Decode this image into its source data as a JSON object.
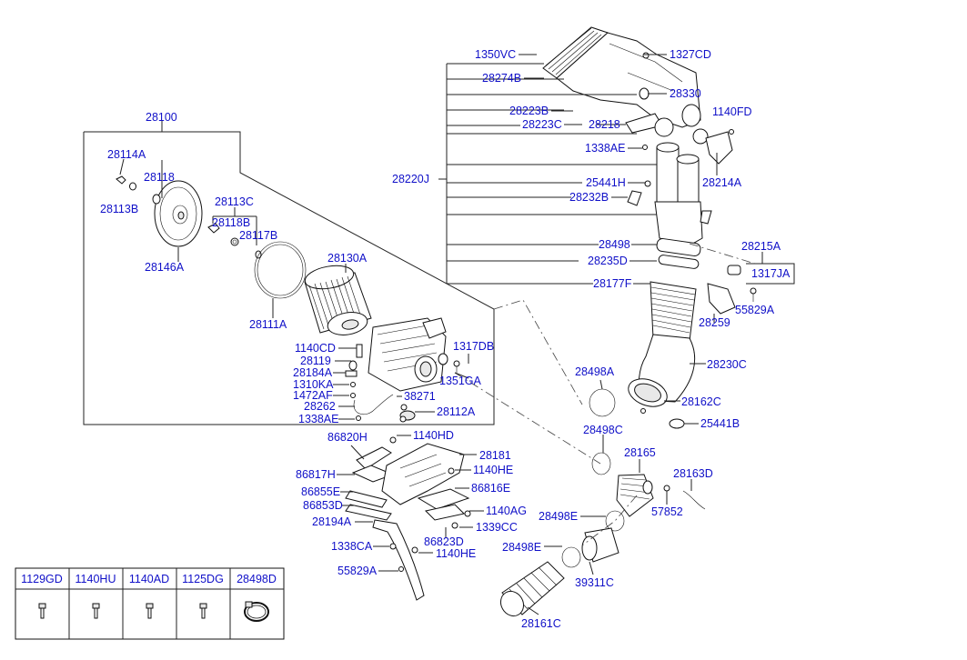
{
  "diagram": {
    "labels": {
      "l28100": "28100",
      "l28114A": "28114A",
      "l28118": "28118",
      "l28113B": "28113B",
      "l28146A": "28146A",
      "l28113C": "28113C",
      "l28118B": "28118B",
      "l28117B": "28117B",
      "l28111A": "28111A",
      "l28130A": "28130A",
      "l1140CD": "1140CD",
      "l28119": "28119",
      "l28184A": "28184A",
      "l1310KA": "1310KA",
      "l1472AF": "1472AF",
      "l28262": "28262",
      "l1338AE_a": "1338AE",
      "l38271": "38271",
      "l28112A": "28112A",
      "l1317DB": "1317DB",
      "l1351GA": "1351GA",
      "l1350VC": "1350VC",
      "l1327CD": "1327CD",
      "l28274B": "28274B",
      "l28330": "28330",
      "l28223B": "28223B",
      "l1140FD": "1140FD",
      "l28223C": "28223C",
      "l28218": "28218",
      "l1338AE_b": "1338AE",
      "l28220J": "28220J",
      "l28214A": "28214A",
      "l25441H": "25441H",
      "l28232B": "28232B",
      "l28215A": "28215A",
      "l28498_top": "28498",
      "l28235D": "28235D",
      "l1317JA": "1317JA",
      "l28177F": "28177F",
      "l55829A_r": "55829A",
      "l28259": "28259",
      "l28230C": "28230C",
      "l28498A": "28498A",
      "l28162C": "28162C",
      "l25441B": "25441B",
      "l28498C": "28498C",
      "l28165": "28165",
      "l28163D": "28163D",
      "l57852": "57852",
      "l28498E_a": "28498E",
      "l28498E_b": "28498E",
      "l39311C": "39311C",
      "l28161C": "28161C",
      "l86820H": "86820H",
      "l1140HD": "1140HD",
      "l28181": "28181",
      "l86817H": "86817H",
      "l1140HE_a": "1140HE",
      "l86855E": "86855E",
      "l86816E": "86816E",
      "l86853D": "86853D",
      "l1140AG": "1140AG",
      "l28194A": "28194A",
      "l1339CC": "1339CC",
      "l86823D": "86823D",
      "l1338CA": "1338CA",
      "l1140HE_b": "1140HE",
      "l55829A_b": "55829A"
    },
    "table": {
      "headers": [
        "1129GD",
        "1140HU",
        "1140AD",
        "1125DG",
        "28498D"
      ],
      "icons": [
        "bolt-icon",
        "bolt-icon",
        "bolt-icon",
        "bolt-icon",
        "clamp-icon"
      ]
    },
    "colors": {
      "label": "#1010c8",
      "line": "#222222"
    }
  }
}
